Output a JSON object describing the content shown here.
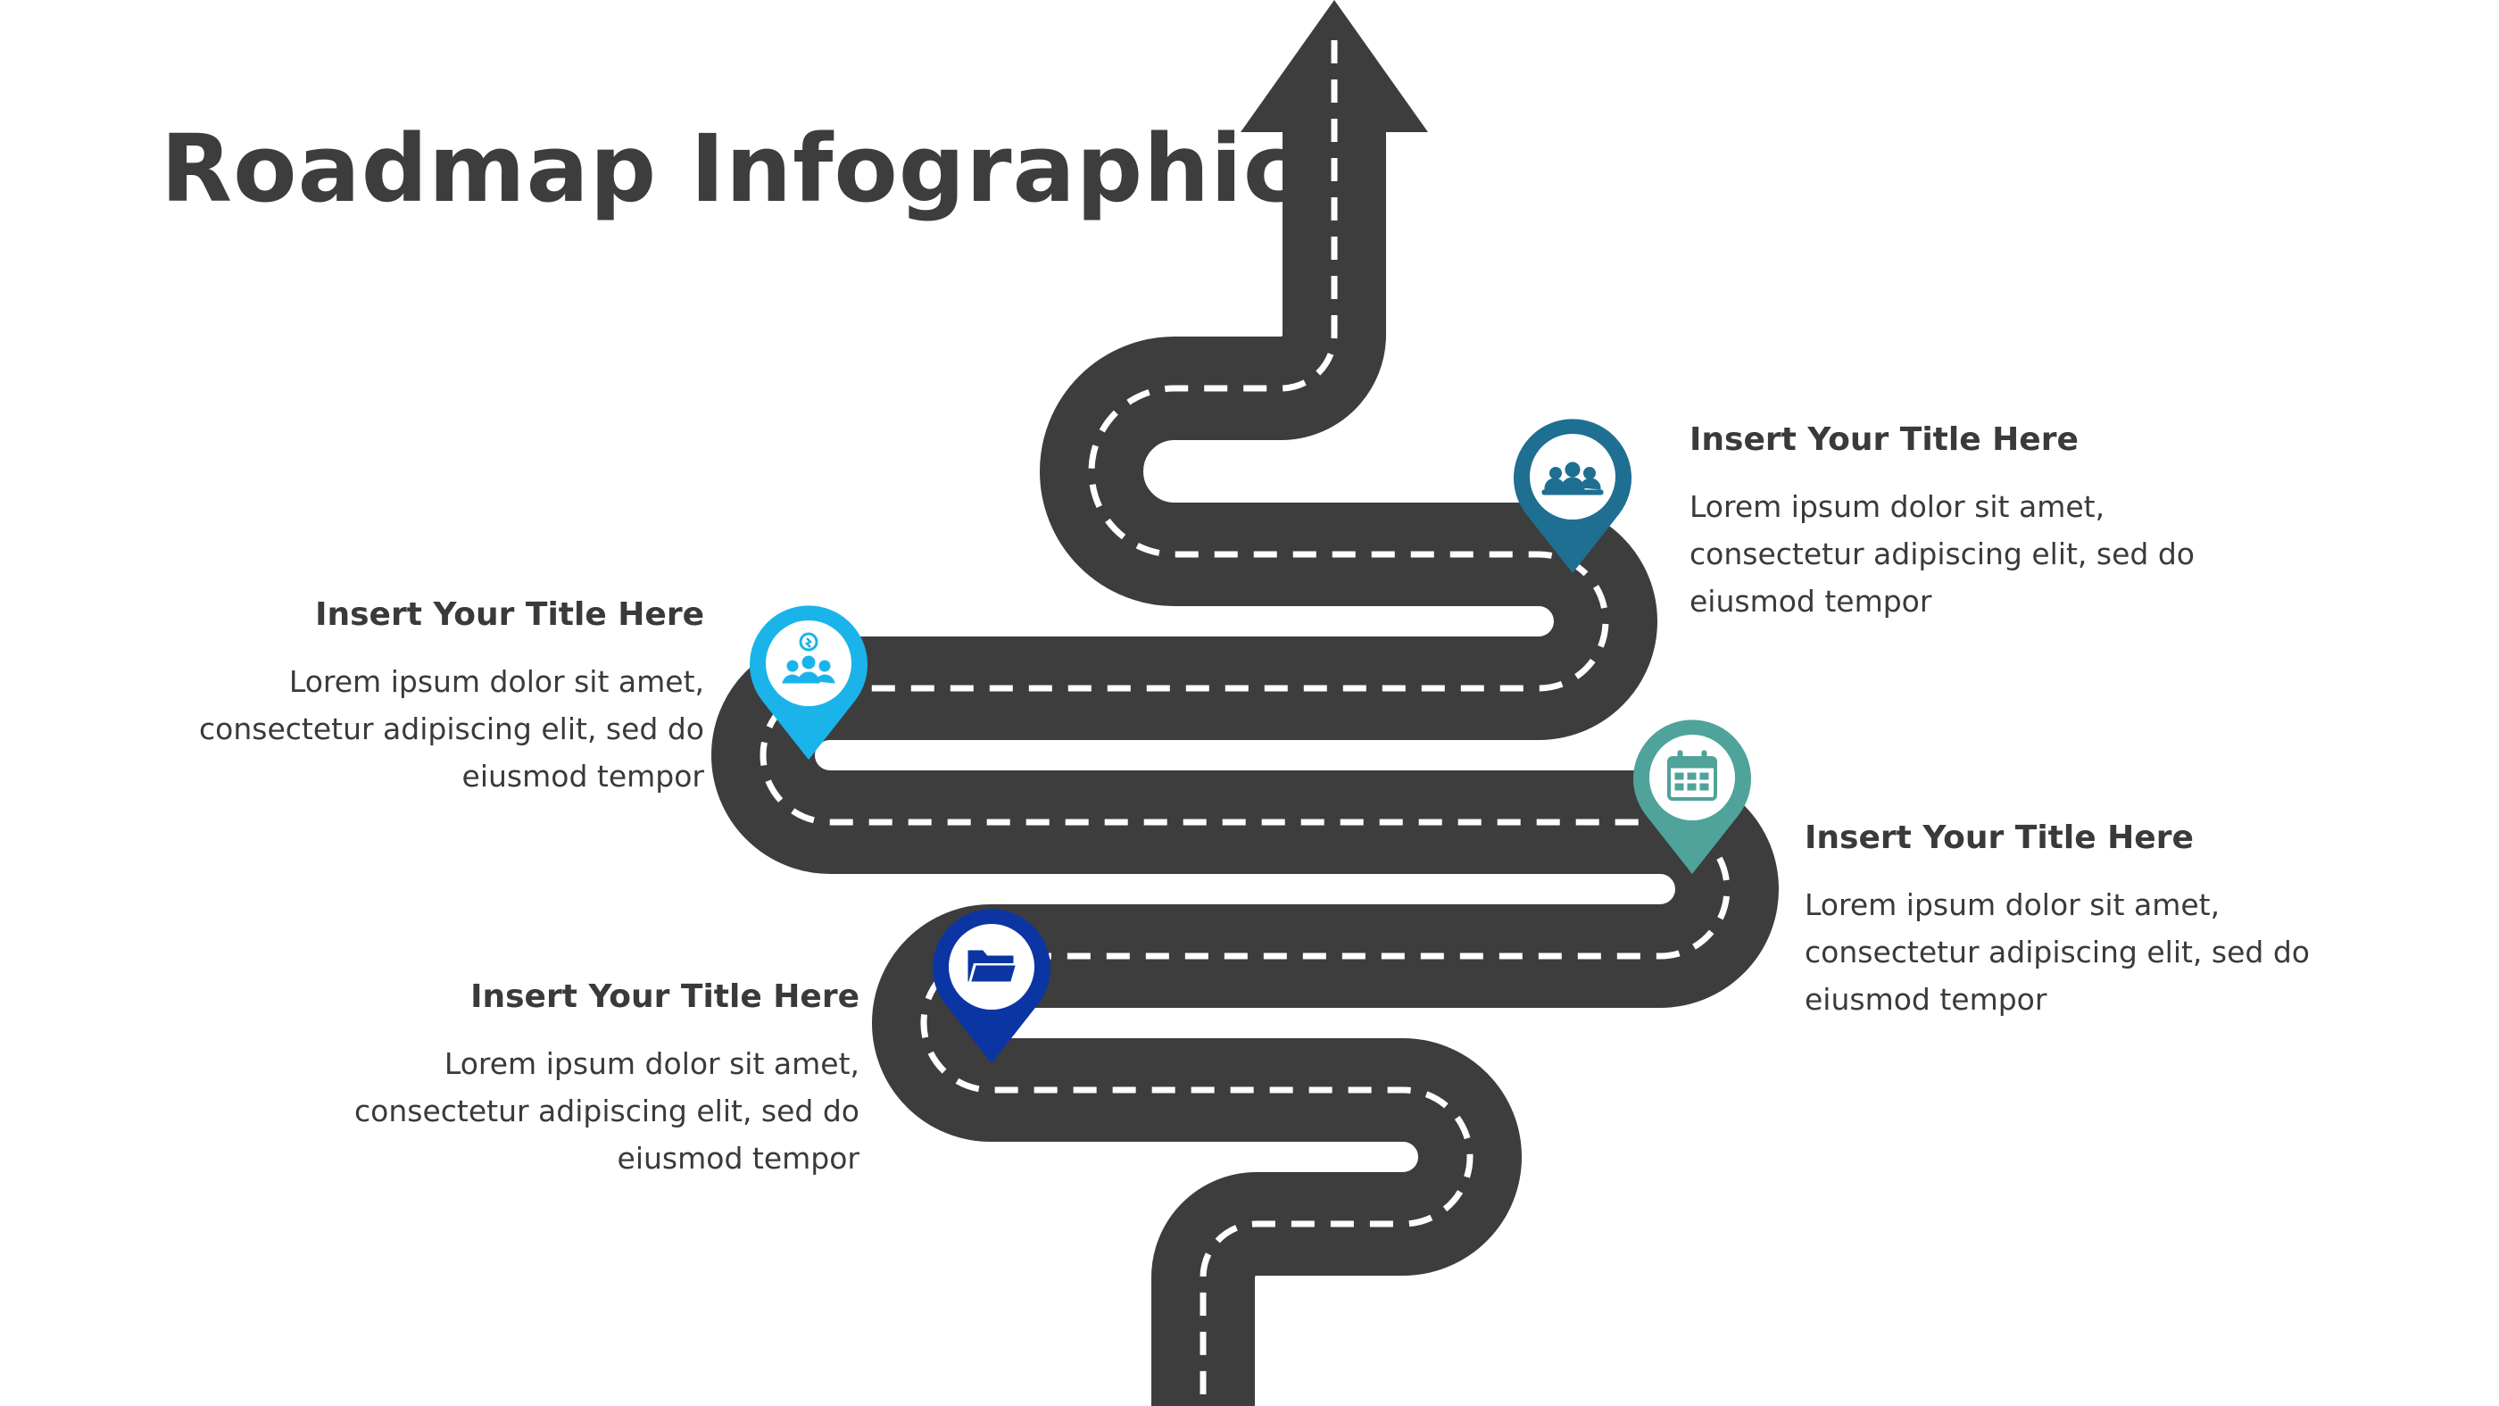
{
  "title": "Roadmap Infographic",
  "colors": {
    "road": "#3d3d3d",
    "dashes": "#ffffff",
    "background": "#ffffff"
  },
  "milestones": [
    {
      "title": "Insert Your Title Here",
      "text": [
        "Lorem ipsum dolor sit amet,",
        "consectetur adipiscing elit, sed do",
        "eiusmod tempor"
      ],
      "icon": "team-icon",
      "color": "#1e6f91"
    },
    {
      "title": "Insert Your Title Here",
      "text": [
        "Lorem ipsum dolor sit amet,",
        "consectetur adipiscing elit, sed do",
        "eiusmod tempor"
      ],
      "icon": "idea-team-icon",
      "color": "#1ab4ea"
    },
    {
      "title": "Insert Your Title Here",
      "text": [
        "Lorem ipsum dolor sit amet,",
        "consectetur adipiscing elit, sed do",
        "eiusmod tempor"
      ],
      "icon": "calendar-icon",
      "color": "#4fa39a"
    },
    {
      "title": "Insert Your Title Here",
      "text": [
        "Lorem ipsum dolor sit amet,",
        "consectetur adipiscing elit, sed do",
        "eiusmod tempor"
      ],
      "icon": "folder-icon",
      "color": "#0b35a3"
    }
  ]
}
